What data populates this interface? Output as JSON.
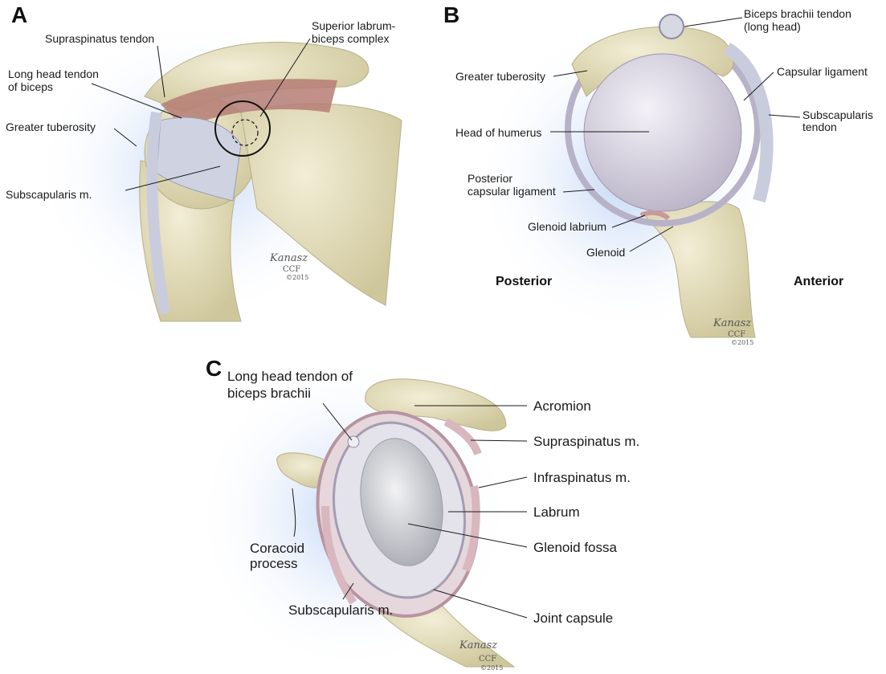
{
  "panels": {
    "a": {
      "letter": "A",
      "labels": {
        "supraspinatus_tendon": "Supraspinatus tendon",
        "long_head_1": "Long head tendon",
        "long_head_2": "of biceps",
        "greater_tuberosity": "Greater tuberosity",
        "subscapularis": "Subscapularis m.",
        "labrum_1": "Superior labrum-",
        "labrum_2": "biceps complex"
      },
      "signature": {
        "name": "Kanasz",
        "org": "CCF",
        "year": "©2015"
      }
    },
    "b": {
      "letter": "B",
      "labels": {
        "biceps_1": "Biceps brachii tendon",
        "biceps_2": "(long head)",
        "greater_tuberosity": "Greater tuberosity",
        "capsular_ligament": "Capsular ligament",
        "subscap_1": "Subscapularis",
        "subscap_2": "tendon",
        "head_humerus": "Head of humerus",
        "post_cap_1": "Posterior",
        "post_cap_2": "capsular ligament",
        "glenoid_labrum": "Glenoid labrium",
        "glenoid": "Glenoid"
      },
      "directions": {
        "posterior": "Posterior",
        "anterior": "Anterior"
      },
      "signature": {
        "name": "Kanasz",
        "org": "CCF",
        "year": "©2015"
      }
    },
    "c": {
      "letter": "C",
      "labels": {
        "long_head_1": "Long head tendon of",
        "long_head_2": "biceps brachii",
        "acromion": "Acromion",
        "supraspinatus": "Supraspinatus m.",
        "infraspinatus": "Infraspinatus m.",
        "labrum": "Labrum",
        "glenoid_fossa": "Glenoid fossa",
        "coracoid_1": "Coracoid",
        "coracoid_2": "process",
        "subscapularis": "Subscapularis m.",
        "joint_capsule": "Joint capsule"
      },
      "signature": {
        "name": "Kanasz",
        "org": "CCF",
        "year": "©2015"
      }
    }
  },
  "colors": {
    "bone": "#e8e3c2",
    "bone_shade": "#cfc79c",
    "cartilage": "#e2dde8",
    "muscle": "#a9706a",
    "tendon": "#d9dbe6",
    "halo": "#c7d9f5"
  }
}
